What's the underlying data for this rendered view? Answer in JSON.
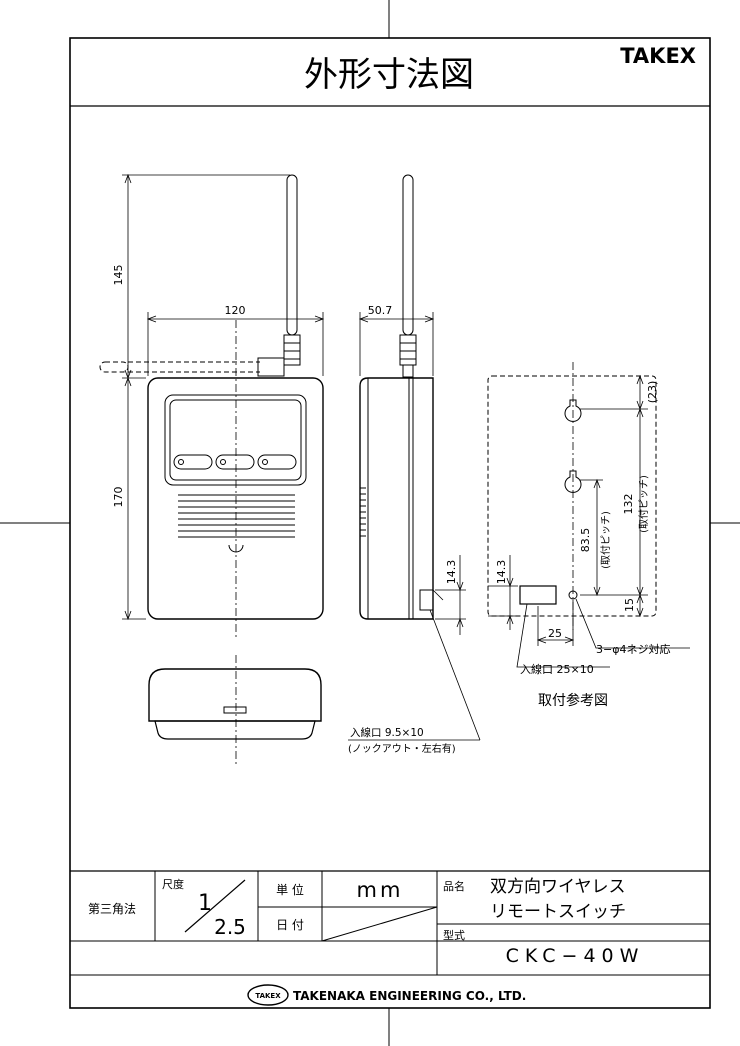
{
  "title": "外形寸法図",
  "brand": "TAKEX",
  "dimensions": {
    "front_width": "120",
    "antenna_height": "145",
    "body_height": "170",
    "side_depth": "50.7",
    "side_inlet_offset": "14.3",
    "mount_inlet_offset": "14.3",
    "mount_top_offset": "(23)",
    "mount_pitch_small": "83.5",
    "mount_pitch_small_note": "(取付ピッチ)",
    "mount_pitch_large": "132",
    "mount_pitch_large_note": "(取付ピッチ)",
    "mount_bottom_offset": "15",
    "mount_hole_offset": "25"
  },
  "notes": {
    "screw": "3−φ4ネジ対応",
    "inlet_mount": "入線口 25×10",
    "mount_caption": "取付参考図",
    "inlet_side": "入線口 9.5×10",
    "inlet_side_note": "(ノックアウト・左右有)"
  },
  "title_block": {
    "projection": "第三角法",
    "scale_label": "尺度",
    "scale_numerator": "1",
    "scale_denominator": "2.5",
    "unit_label": "単 位",
    "unit_value": "mm",
    "date_label": "日 付",
    "product_label": "品名",
    "product_name_1": "双方向ワイヤレス",
    "product_name_2": "リモートスイッチ",
    "model_label": "型式",
    "model_value": "CKC−40W",
    "company": "TAKENAKA ENGINEERING CO., LTD.",
    "logo_text": "TAKEX"
  }
}
